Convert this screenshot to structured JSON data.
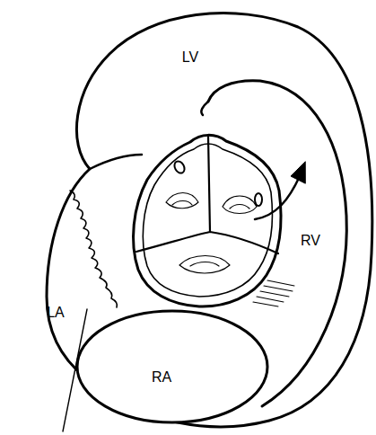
{
  "diagram": {
    "labels": [
      "LV",
      "RV",
      "LA",
      "RA"
    ]
  }
}
